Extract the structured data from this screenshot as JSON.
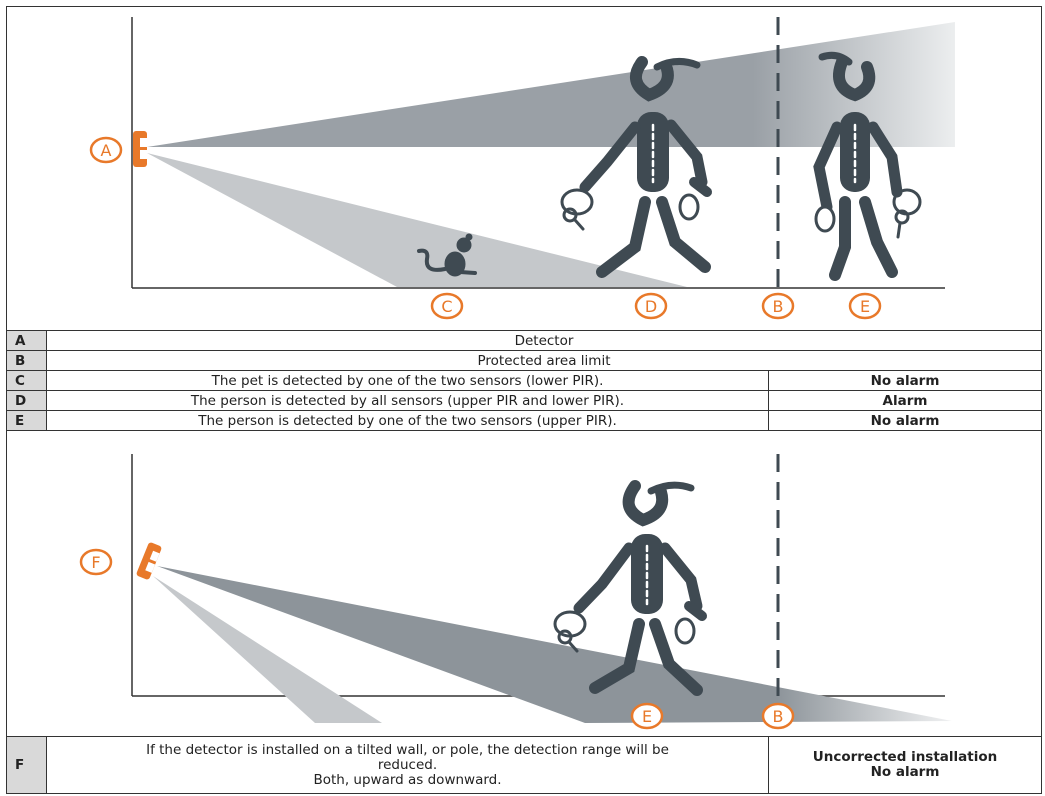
{
  "labels": {
    "a": "A",
    "b": "B",
    "c": "C",
    "d": "D",
    "e": "E",
    "f": "F"
  },
  "legend_top": [
    {
      "key": "A",
      "text": "Detector",
      "result": ""
    },
    {
      "key": "B",
      "text": "Protected area limit",
      "result": ""
    },
    {
      "key": "C",
      "text": "The pet is detected by one of the two sensors (lower PIR).",
      "result": "No alarm"
    },
    {
      "key": "D",
      "text": "The person is detected by all sensors (upper PIR and lower PIR).",
      "result": "Alarm"
    },
    {
      "key": "E",
      "text": "The person is detected by one of the two sensors (upper PIR).",
      "result": "No alarm"
    }
  ],
  "legend_bottom": {
    "key": "F",
    "text_line1": "If the detector is installed on a tilted wall, or pole, the detection range will be",
    "text_line2": "reduced.",
    "text_line3": "Both, upward as downward.",
    "result_line1": "Uncorrected installation",
    "result_line2": "No alarm"
  },
  "colors": {
    "accent": "#e8792a",
    "figure": "#3f4a52",
    "beam_dark": "#9aa0a6",
    "beam_light": "#c5c8cb"
  }
}
